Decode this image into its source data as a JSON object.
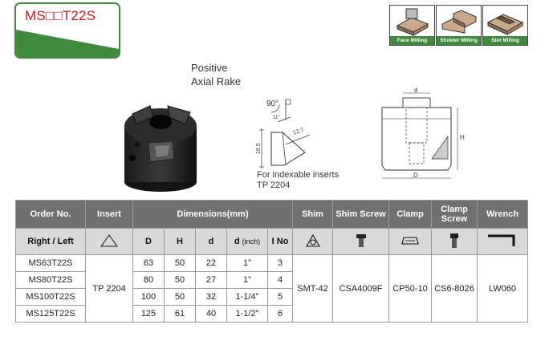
{
  "title": "MS□□T22S",
  "milling_types": [
    {
      "label": "Face Milling",
      "icon": "face-milling-icon"
    },
    {
      "label": "Sholder Milling",
      "icon": "shoulder-milling-icon"
    },
    {
      "label": "Slot Milling",
      "icon": "slot-milling-icon"
    }
  ],
  "rake": {
    "line1": "Positive",
    "line2": "Axial Rake"
  },
  "rake_diagram": {
    "angle1": "90°",
    "angle2": "11°",
    "angle3": "12.7",
    "angle4": "16.5"
  },
  "insert_note": {
    "line1": "For indexable inserts",
    "line2": "TP 2204"
  },
  "dim_diagram": {
    "d": "d",
    "H": "H",
    "D": "D"
  },
  "colors": {
    "brand_green": "#3f8a3d",
    "title_red": "#d01919",
    "header_gray": "#707070",
    "subheader_gray": "#d9d9d9"
  },
  "table": {
    "headers": {
      "order_no": "Order No.",
      "insert": "Insert",
      "dimensions": "Dimensions(mm)",
      "shim": "Shim",
      "shim_screw": "Shim Screw",
      "clamp": "Clamp",
      "clamp_screw": "Clamp Screw",
      "wrench": "Wrench"
    },
    "subheaders": {
      "right_left": "Right / Left",
      "D": "D",
      "H": "H",
      "d": "d",
      "d_inch": "d",
      "d_inch_unit": "(inch)",
      "i_no": "I No"
    },
    "rows": [
      {
        "order": "MS63T22S",
        "D": "63",
        "H": "50",
        "d": "22",
        "inch": "1\"",
        "ino": "3"
      },
      {
        "order": "MS80T22S",
        "D": "80",
        "H": "50",
        "d": "27",
        "inch": "1\"",
        "ino": "4"
      },
      {
        "order": "MS100T22S",
        "D": "100",
        "H": "50",
        "d": "32",
        "inch": "1-1/4\"",
        "ino": "5"
      },
      {
        "order": "MS125T22S",
        "D": "125",
        "H": "61",
        "d": "40",
        "inch": "1-1/2\"",
        "ino": "6"
      }
    ],
    "shared": {
      "insert": "TP 2204",
      "shim": "SMT-42",
      "shim_screw": "CSA4009F",
      "clamp": "CP50-10",
      "clamp_screw": "CS6-8026",
      "wrench": "LW060"
    }
  }
}
